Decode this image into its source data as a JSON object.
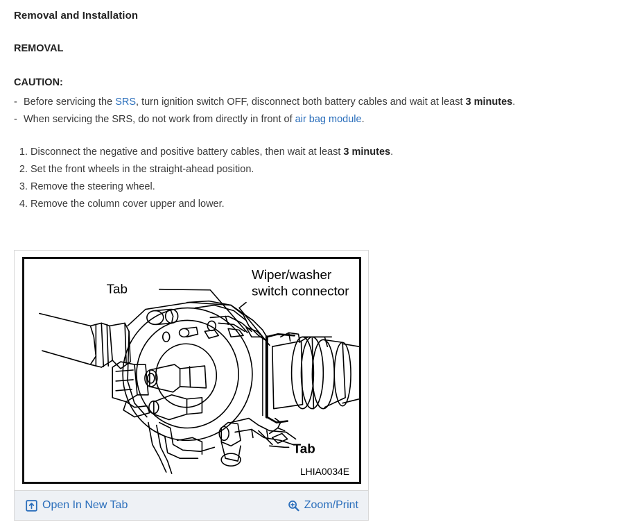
{
  "document": {
    "title": "Removal and Installation",
    "section_heading": "REMOVAL",
    "caution_heading": "CAUTION:"
  },
  "cautions": [
    {
      "bullet": "-",
      "pre": "Before servicing the ",
      "link": "SRS",
      "mid": ", turn ignition switch OFF, disconnect both battery cables and wait at least ",
      "bold": "3 minutes",
      "post": "."
    },
    {
      "bullet": "-",
      "pre": "When servicing the SRS, do not work from directly in front of ",
      "link": "air bag module",
      "mid": "",
      "bold": "",
      "post": "."
    }
  ],
  "steps": [
    {
      "num": "1.",
      "pre": "Disconnect the negative and positive battery cables, then wait at least ",
      "bold": "3 minutes",
      "post": "."
    },
    {
      "num": "2.",
      "pre": "Set the front wheels in the straight-ahead position.",
      "bold": "",
      "post": ""
    },
    {
      "num": "3.",
      "pre": "Remove the steering wheel.",
      "bold": "",
      "post": ""
    },
    {
      "num": "4.",
      "pre": "Remove the column cover upper and lower.",
      "bold": "",
      "post": ""
    }
  ],
  "figure": {
    "labels": {
      "tab_top": "Tab",
      "connector_line1": "Wiper/washer",
      "connector_line2": "switch connector",
      "tab_bottom": "Tab"
    },
    "part_code": "LHIA0034E",
    "footer": {
      "open_new_tab": "Open In New Tab",
      "zoom_print": "Zoom/Print"
    }
  },
  "colors": {
    "link": "#2a6ebb",
    "text": "#3a3a3a",
    "heading": "#222222",
    "footer_bg": "#eef1f5",
    "panel_border": "#d8d8d8"
  }
}
